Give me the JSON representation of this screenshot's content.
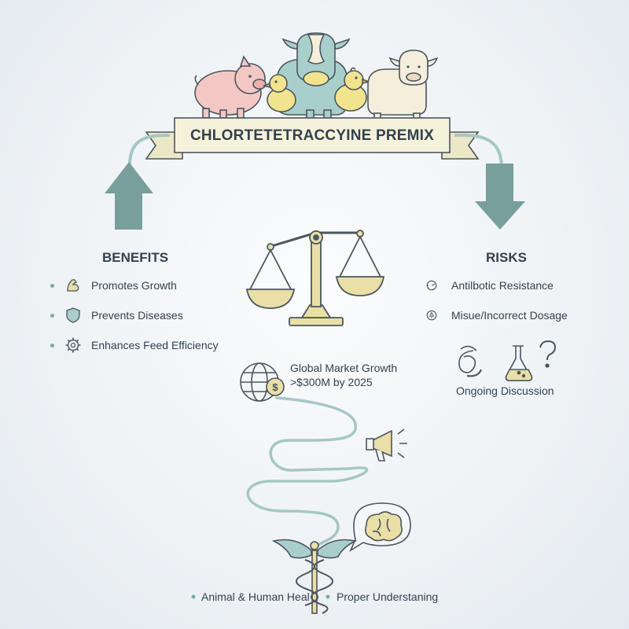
{
  "banner": {
    "title": "CHLORTETETRACCYINE PREMIX"
  },
  "benefits": {
    "heading": "BENEFITS",
    "items": [
      {
        "label": "Promotes Growth",
        "icon": "muscle-arm-icon"
      },
      {
        "label": "Prevents Diseases",
        "icon": "shield-icon"
      },
      {
        "label": "Enhances Feed Efficiency",
        "icon": "gear-icon"
      }
    ]
  },
  "risks": {
    "heading": "RISKS",
    "items": [
      {
        "label": "Antilbotic Resistance",
        "icon": "gauge-icon"
      },
      {
        "label": "Misue/Incorrect Dosage",
        "icon": "warning-icon"
      }
    ],
    "discussion_label": "Ongoing Discussion"
  },
  "market": {
    "line1": "Global Market Growth",
    "line2": ">$300M by 2025",
    "icon": "globe-dollar-icon"
  },
  "footer": {
    "left_label": "Animal & Human Heal",
    "right_label": "Proper Understaning"
  },
  "colors": {
    "teal": "#7fa8a6",
    "banner_fill": "#f5f2dc",
    "scale_gold": "#e9dfa7",
    "pig": "#f3c7c4",
    "cow": "#a9cfcb",
    "chick": "#f2e38f",
    "sheep": "#f4efdb"
  }
}
